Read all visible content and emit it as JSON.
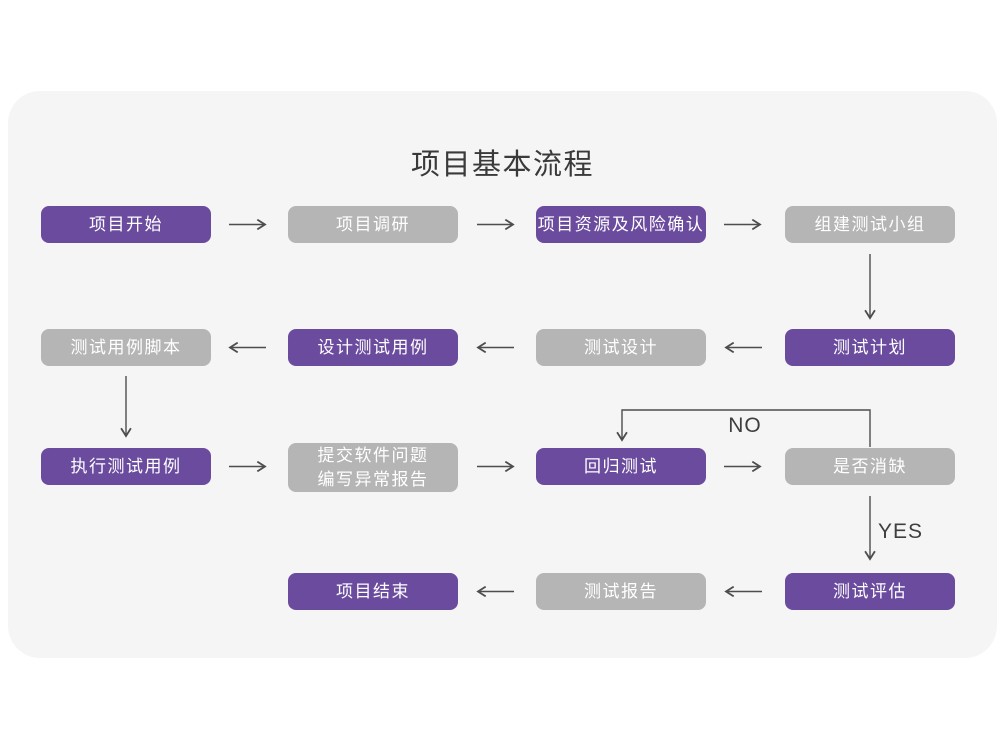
{
  "title": "项目基本流程",
  "colors": {
    "primary": "#6B4B9E",
    "secondary": "#B5B5B5",
    "card_bg": "#F5F5F6",
    "arrow": "#4D4D4D"
  },
  "labels": {
    "no": "NO",
    "yes": "YES"
  },
  "nodes": [
    {
      "label": "项目开始",
      "variant": "primary"
    },
    {
      "label": "项目调研",
      "variant": "secondary"
    },
    {
      "label": "项目资源及风险确认",
      "variant": "primary"
    },
    {
      "label": "组建测试小组",
      "variant": "secondary"
    },
    {
      "label": "测试计划",
      "variant": "primary"
    },
    {
      "label": "测试设计",
      "variant": "secondary"
    },
    {
      "label": "设计测试用例",
      "variant": "primary"
    },
    {
      "label": "测试用例脚本",
      "variant": "secondary"
    },
    {
      "label": "执行测试用例",
      "variant": "primary"
    },
    {
      "label": "提交软件问题\n编写异常报告",
      "variant": "secondary"
    },
    {
      "label": "回归测试",
      "variant": "primary"
    },
    {
      "label": "是否消缺",
      "variant": "secondary"
    },
    {
      "label": "测试评估",
      "variant": "primary"
    },
    {
      "label": "测试报告",
      "variant": "secondary"
    },
    {
      "label": "项目结束",
      "variant": "primary"
    }
  ],
  "edges": [
    {
      "from": "项目开始",
      "to": "项目调研"
    },
    {
      "from": "项目调研",
      "to": "项目资源及风险确认"
    },
    {
      "from": "项目资源及风险确认",
      "to": "组建测试小组"
    },
    {
      "from": "组建测试小组",
      "to": "测试计划"
    },
    {
      "from": "测试计划",
      "to": "测试设计"
    },
    {
      "from": "测试设计",
      "to": "设计测试用例"
    },
    {
      "from": "设计测试用例",
      "to": "测试用例脚本"
    },
    {
      "from": "测试用例脚本",
      "to": "执行测试用例"
    },
    {
      "from": "执行测试用例",
      "to": "提交软件问题编写异常报告"
    },
    {
      "from": "提交软件问题编写异常报告",
      "to": "回归测试"
    },
    {
      "from": "回归测试",
      "to": "是否消缺"
    },
    {
      "from": "是否消缺",
      "to": "回归测试",
      "label": "NO"
    },
    {
      "from": "是否消缺",
      "to": "测试评估",
      "label": "YES"
    },
    {
      "from": "测试评估",
      "to": "测试报告"
    },
    {
      "from": "测试报告",
      "to": "项目结束"
    }
  ]
}
